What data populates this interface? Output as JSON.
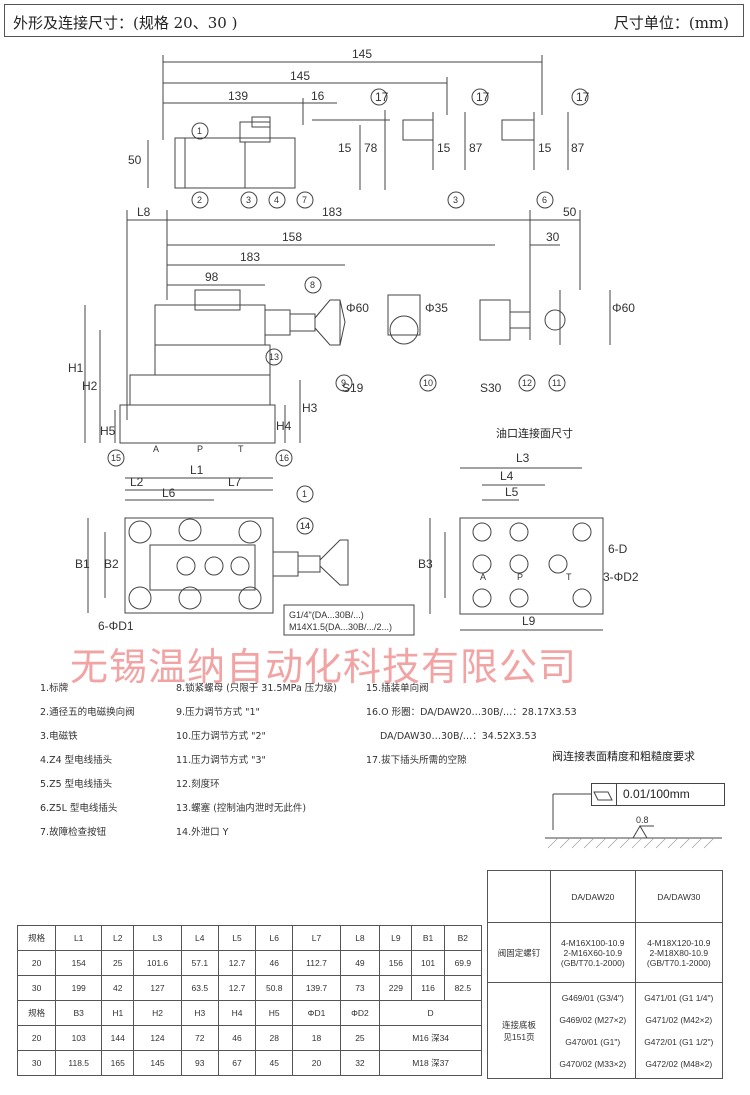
{
  "header": {
    "title": "外形及连接尺寸：(规格 20、30 )",
    "unit": "尺寸单位：(mm)"
  },
  "drawing": {
    "dims": [
      "145",
      "145",
      "139",
      "16",
      "17",
      "15",
      "78",
      "50",
      "17",
      "15",
      "87",
      "17",
      "15",
      "87",
      "L8",
      "183",
      "50",
      "158",
      "30",
      "183",
      "98",
      "Φ60",
      "Φ35",
      "Φ60",
      "H1",
      "H2",
      "H3",
      "H4",
      "H5",
      "L1",
      "L7",
      "L2",
      "L6",
      "B1",
      "B2",
      "6-ΦD1",
      "L3",
      "L4",
      "L5",
      "B3",
      "L9",
      "6-D",
      "3-ΦD2",
      "S19",
      "S30"
    ],
    "callouts": [
      "1",
      "2",
      "3",
      "4",
      "7",
      "3",
      "6",
      "8",
      "9",
      "10",
      "11",
      "12",
      "13",
      "14",
      "15",
      "16",
      "1",
      "14"
    ],
    "port_letters": [
      "A",
      "P",
      "T",
      "A",
      "P",
      "T"
    ],
    "thread_note_1": "G1/4\"(DA...30B/...)",
    "thread_note_2": "M14X1.5(DA...30B/.../2...)",
    "conn_title": "油口连接面尺寸"
  },
  "watermark": "无锡温纳自动化科技有限公司",
  "legend": {
    "col1": [
      "1.标牌",
      "2.通径五的电磁换向阀",
      "3.电磁铁",
      "4.Z4 型电线插头",
      "5.Z5 型电线插头",
      "6.Z5L 型电线插头",
      "7.故障检查按钮"
    ],
    "col2": [
      "8.锁紧螺母  (只限于 31.5MPa 压力级)",
      "9.压力调节方式 \"1\"",
      "10.压力调节方式 \"2\"",
      "11.压力调节方式 \"3\"",
      "12.刻度环",
      "13.螺塞 (控制油内泄时无此件)",
      "14.外泄口 Y"
    ],
    "col3": [
      "15.插装单向阀",
      "16.O 形圈：DA/DAW20…30B/…：28.17X3.53",
      "DA/DAW30…30B/…：34.52X3.53",
      "17.拔下插头所需的空隙"
    ]
  },
  "accuracy": {
    "title": "阀连接表面精度和粗糙度要求",
    "value": "0.01/100mm",
    "roughness": "0.8"
  },
  "spec_table": {
    "header1": [
      "规格",
      "L1",
      "L2",
      "L3",
      "L4",
      "L5",
      "L6",
      "L7",
      "L8",
      "L9",
      "B1",
      "B2"
    ],
    "rows1": [
      [
        "20",
        "154",
        "25",
        "101.6",
        "57.1",
        "12.7",
        "46",
        "112.7",
        "49",
        "156",
        "101",
        "69.9"
      ],
      [
        "30",
        "199",
        "42",
        "127",
        "63.5",
        "12.7",
        "50.8",
        "139.7",
        "73",
        "229",
        "116",
        "82.5"
      ]
    ],
    "header2": [
      "规格",
      "B3",
      "H1",
      "H2",
      "H3",
      "H4",
      "H5",
      "ΦD1",
      "ΦD2",
      "D"
    ],
    "rows2": [
      [
        "20",
        "103",
        "144",
        "124",
        "72",
        "46",
        "28",
        "18",
        "25",
        "M16 深34"
      ],
      [
        "30",
        "118.5",
        "165",
        "145",
        "93",
        "67",
        "45",
        "20",
        "32",
        "M18 深37"
      ]
    ]
  },
  "bolt_table": {
    "col_heads": [
      "DA/DAW20",
      "DA/DAW30"
    ],
    "row1_label": "阀固定螺钉",
    "row1_a": [
      "4-M16X100-10.9",
      "2-M16X60-10.9",
      "(GB/T70.1-2000)"
    ],
    "row1_b": [
      "4-M18X120-10.9",
      "2-M18X80-10.9",
      "(GB/T70.1-2000)"
    ],
    "row2_label": [
      "连接底板",
      "见151页"
    ],
    "row2_a": [
      "G469/01 (G3/4\")",
      "G469/02 (M27×2)",
      "G470/01 (G1\")",
      "G470/02 (M33×2)"
    ],
    "row2_b": [
      "G471/01 (G1 1/4\")",
      "G471/02 (M42×2)",
      "G472/01 (G1 1/2\")",
      "G472/02 (M48×2)"
    ]
  }
}
